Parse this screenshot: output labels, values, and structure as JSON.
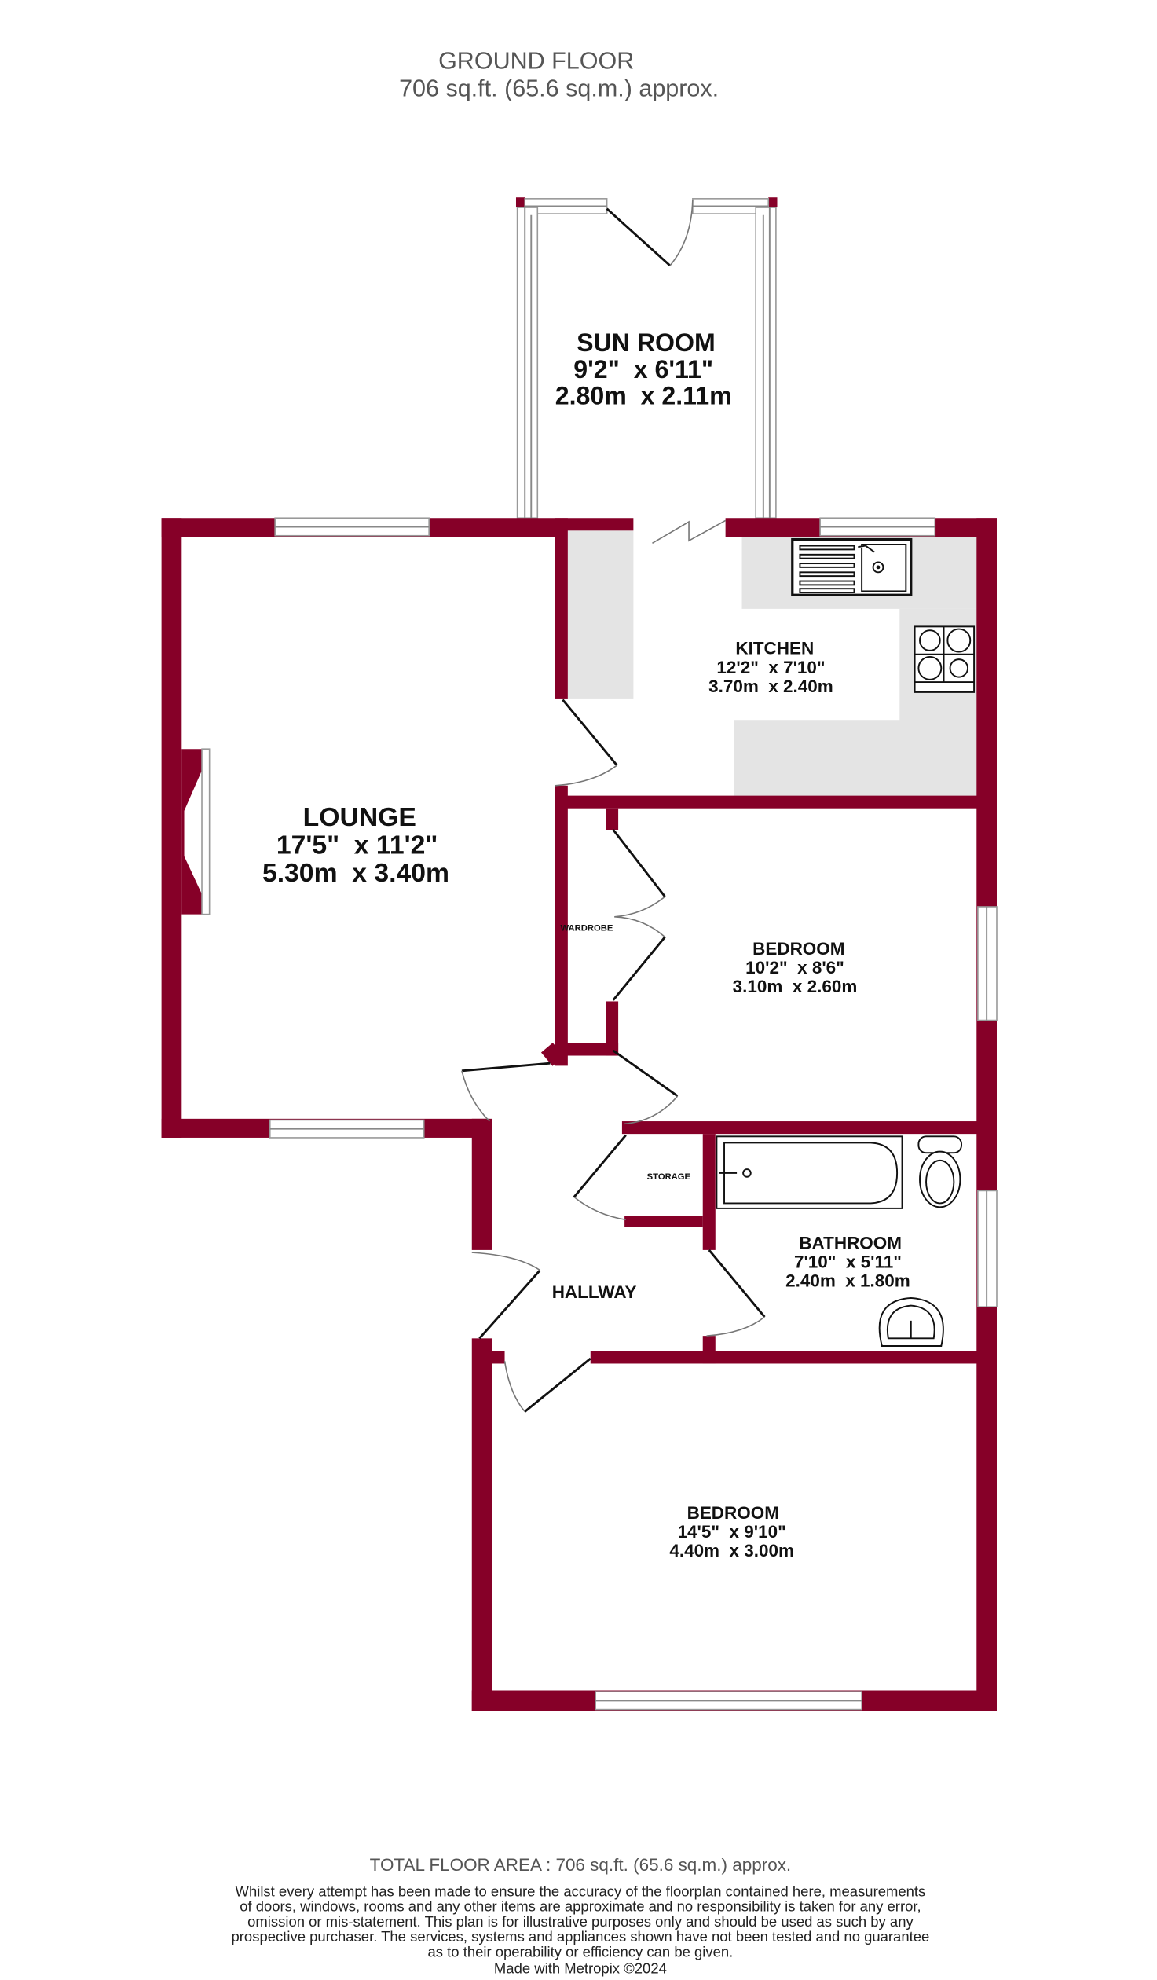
{
  "header": {
    "title": "GROUND FLOOR",
    "subtitle": "706 sq.ft. (65.6 sq.m.) approx."
  },
  "rooms": {
    "sun_room": {
      "name": "SUN ROOM",
      "imperial": "9'2\"  x 6'11\"",
      "metric": "2.80m  x 2.11m"
    },
    "kitchen": {
      "name": "KITCHEN",
      "imperial": "12'2\"  x 7'10\"",
      "metric": "3.70m  x 2.40m"
    },
    "lounge": {
      "name": "LOUNGE",
      "imperial": "17'5\"  x 11'2\"",
      "metric": "5.30m  x 3.40m"
    },
    "bedroom1": {
      "name": "BEDROOM",
      "imperial": "10'2\"  x 8'6\"",
      "metric": "3.10m  x 2.60m"
    },
    "bathroom": {
      "name": "BATHROOM",
      "imperial": "7'10\"  x 5'11\"",
      "metric": "2.40m  x 1.80m"
    },
    "hallway": {
      "name": "HALLWAY"
    },
    "bedroom2": {
      "name": "BEDROOM",
      "imperial": "14'5\"  x 9'10\"",
      "metric": "4.40m  x 3.00m"
    }
  },
  "labels": {
    "wardrobe": "WARDROBE",
    "storage": "STORAGE"
  },
  "footer": {
    "total": "TOTAL FLOOR AREA : 706 sq.ft. (65.6 sq.m.) approx.",
    "disclaimer": [
      "Whilst every attempt has been made to ensure the accuracy of the floorplan contained here, measurements",
      "of doors, windows, rooms and any other items are approximate and no responsibility is taken for any error,",
      "omission or mis-statement. This plan is for illustrative purposes only and should be used as such by any",
      "prospective purchaser. The services, systems and appliances shown have not been tested and no guarantee",
      "as to their operability or efficiency can be given."
    ],
    "credit": "Made with Metropix ©2024"
  },
  "colors": {
    "wall": "#860028",
    "counter": "#e4e4e4",
    "text": "#111111",
    "header_text": "#555555"
  }
}
